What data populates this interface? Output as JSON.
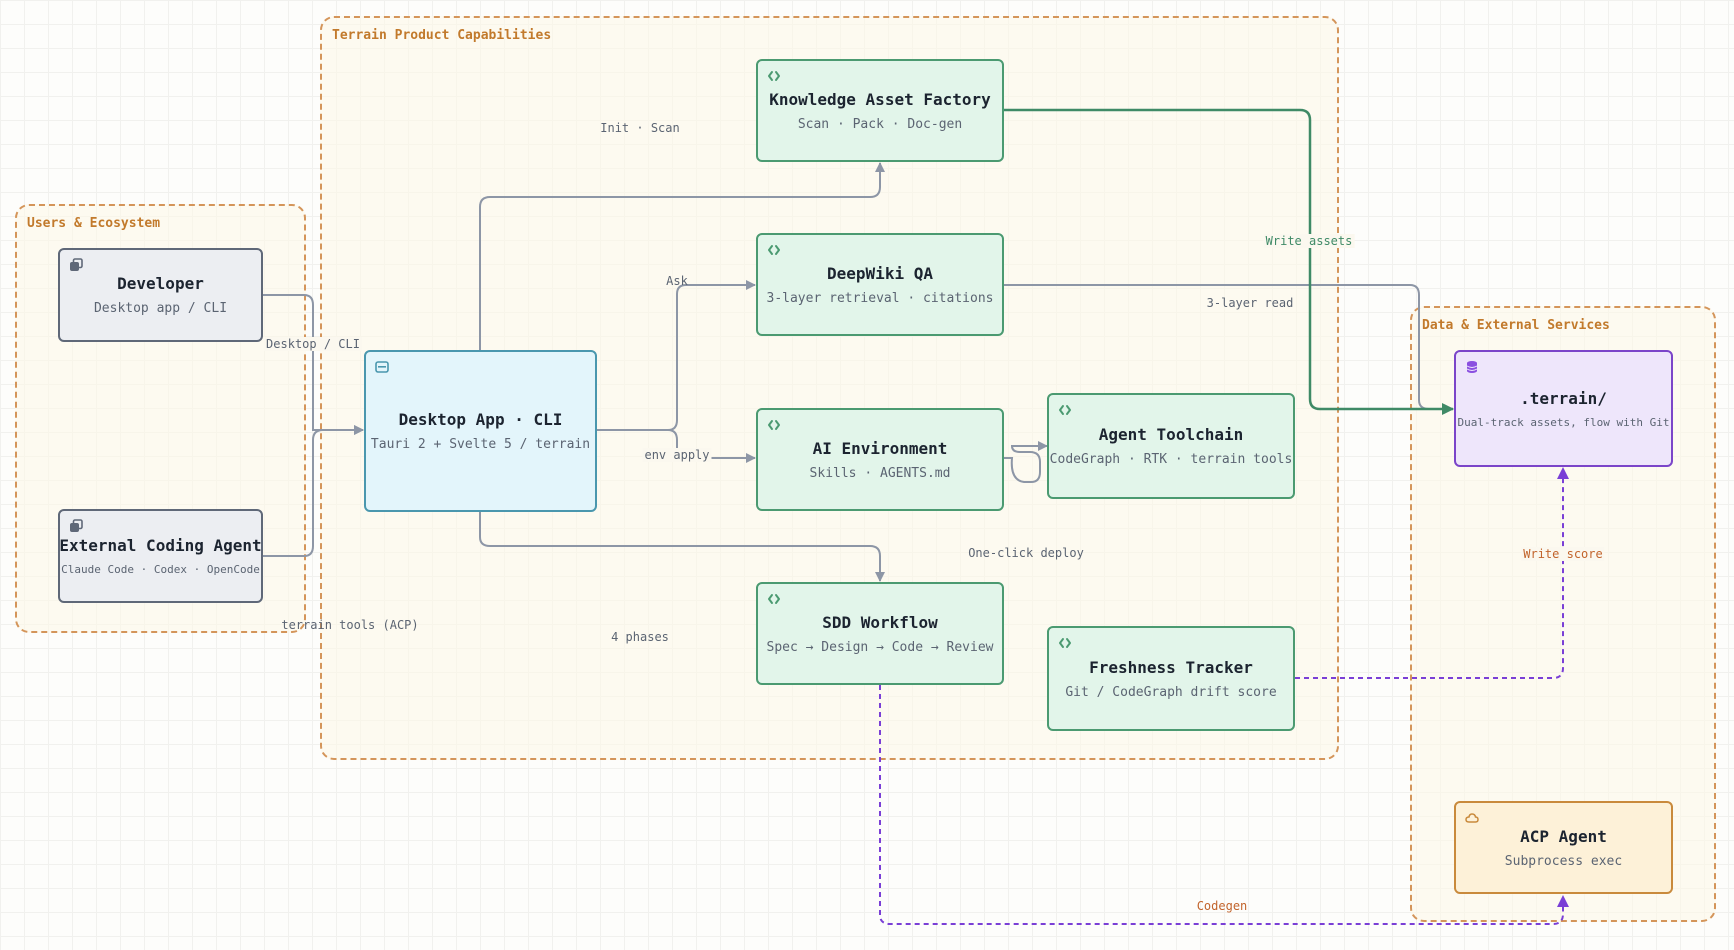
{
  "groups": {
    "capabilities": "Terrain Product Capabilities",
    "users": "Users & Ecosystem",
    "services": "Data & External Services"
  },
  "nodes": {
    "developer": {
      "title": "Developer",
      "sub": "Desktop app / CLI"
    },
    "external_agent": {
      "title": "External Coding Agent",
      "sub": "Claude Code · Codex · OpenCode"
    },
    "desktop": {
      "title": "Desktop App · CLI",
      "sub": "Tauri 2 + Svelte 5 / terrain"
    },
    "knowledge": {
      "title": "Knowledge Asset Factory",
      "sub": "Scan · Pack · Doc-gen"
    },
    "deepwiki": {
      "title": "DeepWiki QA",
      "sub": "3-layer retrieval · citations"
    },
    "ai_env": {
      "title": "AI Environment",
      "sub": "Skills · AGENTS.md"
    },
    "toolchain": {
      "title": "Agent Toolchain",
      "sub": "CodeGraph · RTK · terrain tools"
    },
    "sdd": {
      "title": "SDD Workflow",
      "sub": "Spec → Design → Code → Review"
    },
    "freshness": {
      "title": "Freshness Tracker",
      "sub": "Git / CodeGraph drift score"
    },
    "terrain_dir": {
      "title": ".terrain/",
      "sub": "Dual-track assets, flow with Git"
    },
    "acp": {
      "title": "ACP Agent",
      "sub": "Subprocess exec"
    }
  },
  "edge_labels": {
    "init_scan": "Init · Scan",
    "ask": "Ask",
    "desktop_cli": "Desktop / CLI",
    "env_apply": "env apply",
    "terrain_tools_acp": "terrain tools (ACP)",
    "four_phases": "4 phases",
    "one_click_deploy": "One-click deploy",
    "write_assets": "Write assets",
    "three_layer_read": "3-layer read",
    "write_score": "Write score",
    "codegen": "Codegen"
  },
  "icons": {
    "user": "window-stack-icon",
    "app": "app-window-icon",
    "capability": "code-brackets-icon",
    "data": "database-icon",
    "cloud": "cloud-icon"
  },
  "colors": {
    "edge_gray": "#8d96a6",
    "edge_green": "#3f8a66",
    "edge_purple": "#7a3fd6",
    "group_border": "#d4955a"
  }
}
